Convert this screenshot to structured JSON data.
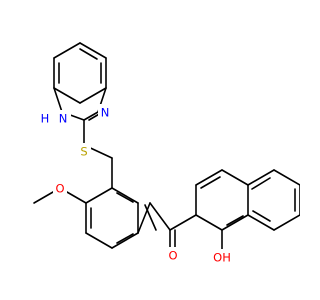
{
  "diagram": {
    "atom_labels": {
      "n_h": {
        "text": "N",
        "color": "#0000ff"
      },
      "h_on_n": {
        "text": "H",
        "color": "#0000ff"
      },
      "n_ring": {
        "text": "N",
        "color": "#0000ff"
      },
      "s": {
        "text": "S",
        "color": "#b8a100"
      },
      "o_methoxy": {
        "text": "O",
        "color": "#ff0000"
      },
      "o_carbonyl": {
        "text": "O",
        "color": "#ff0000"
      },
      "o_hydroxyl": {
        "text": "OH",
        "color": "#ff0000"
      }
    },
    "colors": {
      "bond": "#000000",
      "background": "#ffffff"
    }
  }
}
